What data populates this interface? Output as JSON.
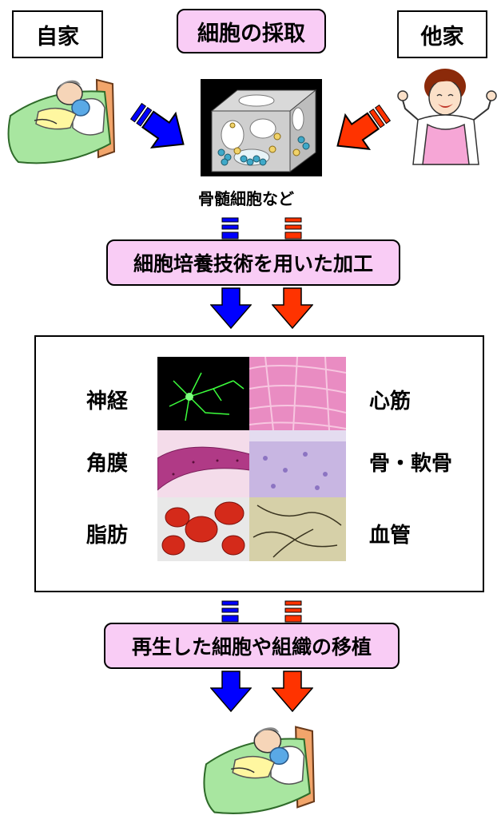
{
  "sources": {
    "autologous": "自家",
    "allogeneic": "他家"
  },
  "step1": "細胞の採取",
  "cell_caption": "骨髄細胞など",
  "step2": "細胞培養技術を用いた加工",
  "tissues": {
    "left": [
      "神経",
      "角膜",
      "脂肪"
    ],
    "right": [
      "心筋",
      "骨・軟骨",
      "血管"
    ]
  },
  "step3": "再生した細胞や組織の移植",
  "colors": {
    "pill_fill": "#f9ccf5",
    "blue_arrow": "#0000ff",
    "red_arrow": "#ff3300"
  },
  "icons": [
    "patient-in-bed-illustration",
    "doctor-illustration",
    "bone-marrow-block-illustration"
  ]
}
